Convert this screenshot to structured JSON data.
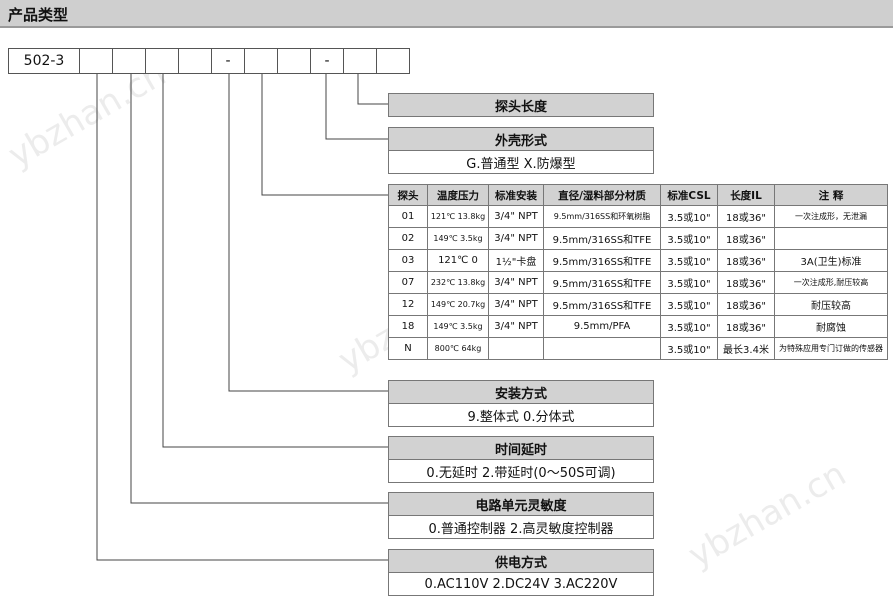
{
  "section_title": "产品类型",
  "code": {
    "prefix": "502-3",
    "cells": [
      "",
      "",
      "",
      "",
      "-",
      "",
      "",
      "-",
      "",
      ""
    ]
  },
  "probe_length": {
    "header": "探头长度"
  },
  "housing": {
    "header": "外壳形式",
    "value": "G.普通型  X.防爆型"
  },
  "table": {
    "headers": [
      "探头",
      "温度压力",
      "标准安装",
      "直径/湿料部分材质",
      "标准CSL",
      "长度IL",
      "注  释"
    ],
    "rows": [
      [
        "01",
        "121℃ 13.8kg",
        "3/4\" NPT",
        "9.5mm/316SS和环氧树脂",
        "3.5或10\"",
        "18或36\"",
        "一次注成形，无泄漏"
      ],
      [
        "02",
        "149℃ 3.5kg",
        "3/4\" NPT",
        "9.5mm/316SS和TFE",
        "3.5或10\"",
        "18或36\"",
        ""
      ],
      [
        "03",
        "121℃ 0",
        "1½\"卡盘",
        "9.5mm/316SS和TFE",
        "3.5或10\"",
        "18或36\"",
        "3A(卫生)标准"
      ],
      [
        "07",
        "232℃ 13.8kg",
        "3/4\" NPT",
        "9.5mm/316SS和TFE",
        "3.5或10\"",
        "18或36\"",
        "一次注成形,耐压较高"
      ],
      [
        "12",
        "149℃ 20.7kg",
        "3/4\" NPT",
        "9.5mm/316SS和TFE",
        "3.5或10\"",
        "18或36\"",
        "耐压较高"
      ],
      [
        "18",
        "149℃ 3.5kg",
        "3/4\" NPT",
        "9.5mm/PFA",
        "3.5或10\"",
        "18或36\"",
        "耐腐蚀"
      ],
      [
        "N",
        "800℃ 64kg",
        "",
        "",
        "3.5或10\"",
        "最长3.4米",
        "为特殊应用专门订做的传感器"
      ]
    ]
  },
  "mounting": {
    "header": "安装方式",
    "value": "9.整体式  0.分体式"
  },
  "delay": {
    "header": "时间延时",
    "value": "0.无延时  2.带延时(0～50S可调)"
  },
  "sensitivity": {
    "header": "电路单元灵敏度",
    "value": "0.普通控制器  2.高灵敏度控制器"
  },
  "power": {
    "header": "供电方式",
    "value": "0.AC110V  2.DC24V  3.AC220V"
  },
  "watermarks": [
    "ybzhan.cn",
    "ybzhan.cn",
    "ybzhan.cn"
  ]
}
